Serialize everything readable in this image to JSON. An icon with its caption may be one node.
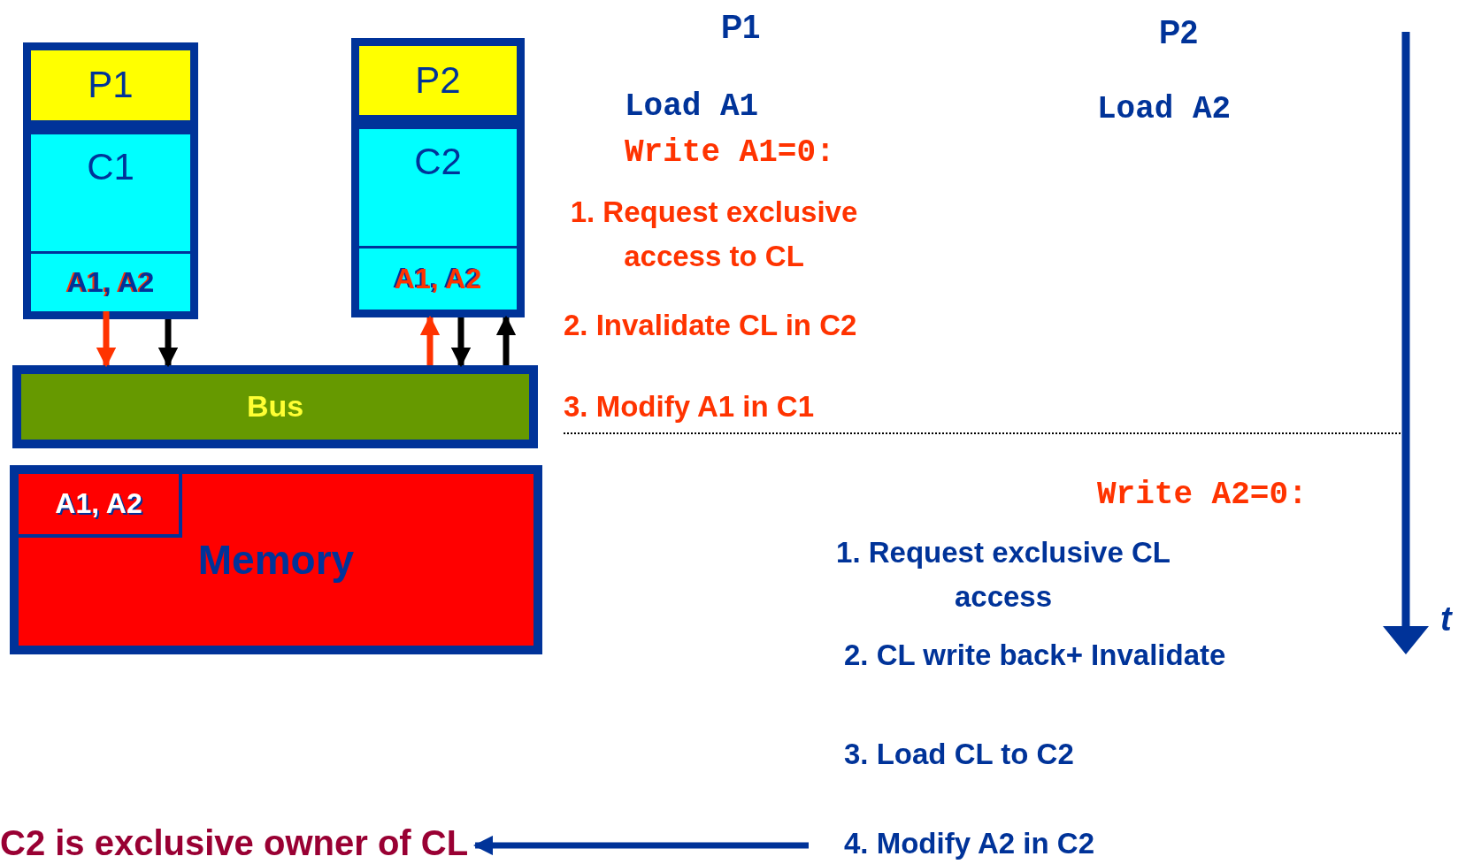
{
  "diagram": {
    "nodes": [
      {
        "text": [
          "P1"
        ]
      },
      {
        "text": [
          "C1"
        ]
      },
      {
        "text": [
          "A1, A2"
        ],
        "in": 1
      },
      {
        "text": [
          "P2"
        ]
      },
      {
        "text": [
          "C2"
        ]
      },
      {
        "text": [
          "A1, A2"
        ],
        "in": 4
      },
      {
        "text": [
          "Bus"
        ]
      },
      {
        "text": [
          "Memory"
        ]
      },
      {
        "text": [
          "A1, A2"
        ],
        "in": 7
      },
      {
        "text": [
          "C2 is exclusive owner of CL"
        ]
      },
      {
        "text": [
          "4. Modify A2 in C2"
        ]
      }
    ],
    "edges": [
      {
        "from": 2,
        "to": 6,
        "arrow": "to",
        "color": "#ff3300"
      },
      {
        "from": 1,
        "to": 6,
        "arrow": "to"
      },
      {
        "from": 6,
        "to": 4,
        "arrow": "to",
        "color": "#ff3300"
      },
      {
        "from": 4,
        "to": 6,
        "arrow": "to"
      },
      {
        "from": 6,
        "to": 4,
        "arrow": "to"
      },
      {
        "from": 10,
        "to": 9,
        "arrow": "to",
        "color": "#003399"
      }
    ],
    "labels": [
      "P1",
      "P2",
      "Load A1",
      "Load A2",
      "Write A1=0:",
      "1. Request exclusive access to CL",
      "2. Invalidate CL in C2",
      "3. Modify A1 in C1",
      "Write A2=0:",
      "1. Request exclusive CL access",
      "t",
      "2. CL write back+ Invalidate",
      "3. Load CL to C2"
    ]
  }
}
